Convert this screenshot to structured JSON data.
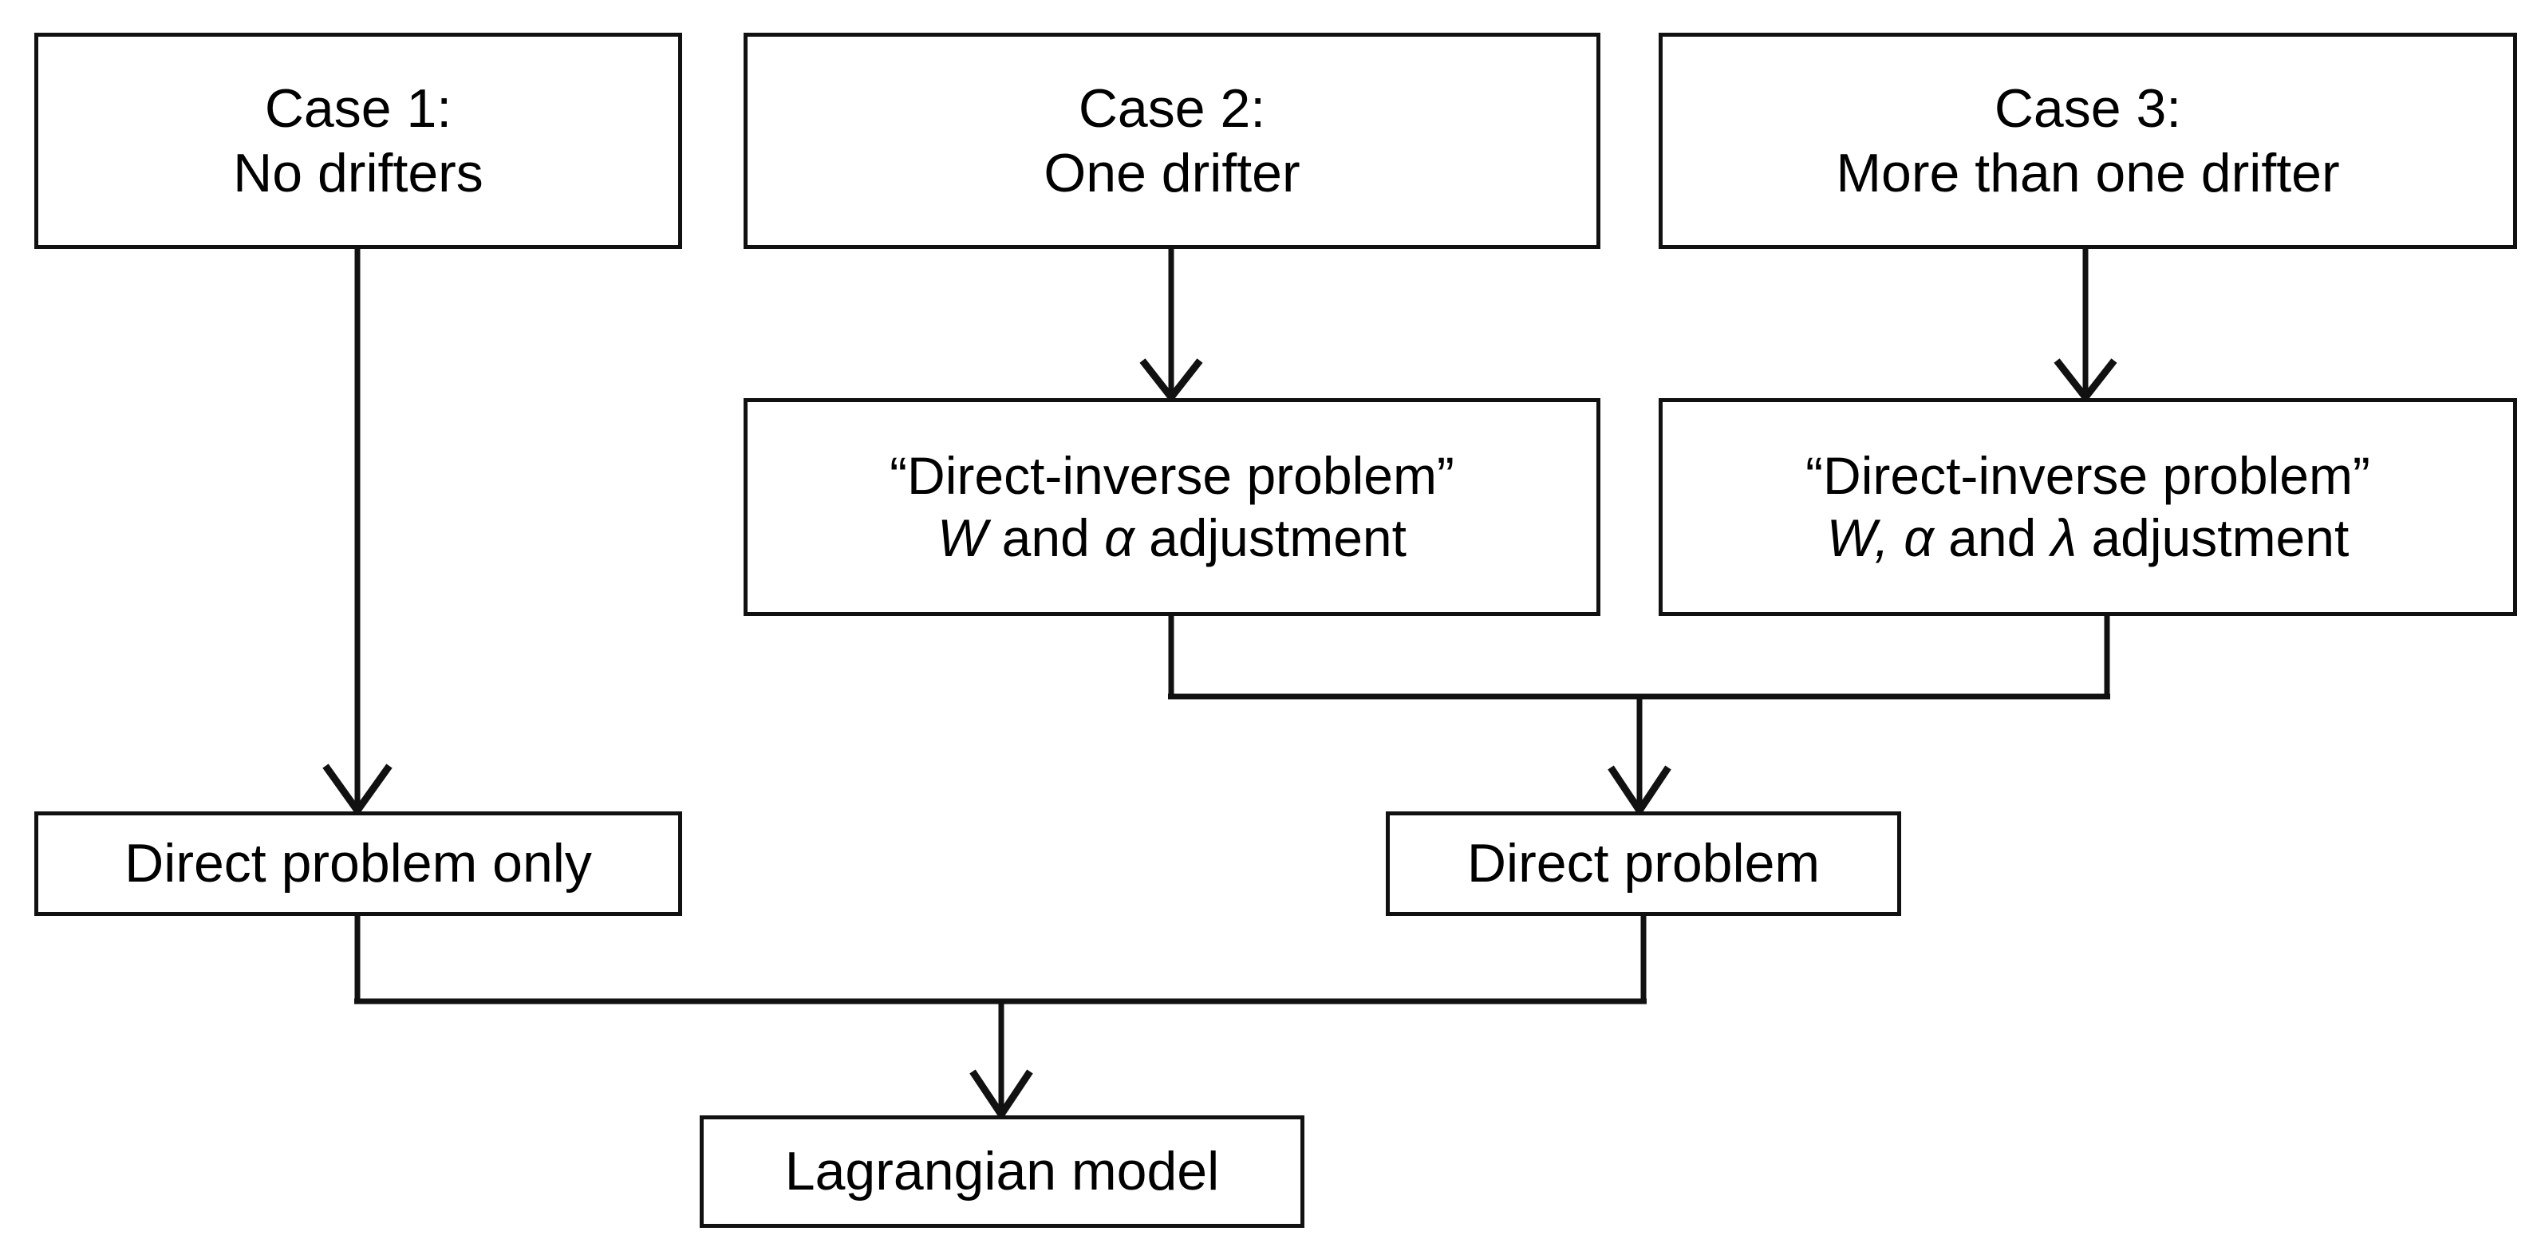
{
  "diagram": {
    "title": "Lagrangian model decision flowchart",
    "background_color": "#ffffff",
    "line_color": "#111111",
    "text_color": "#000000"
  },
  "nodes": {
    "case1": {
      "line1": "Case 1:",
      "line2": "No drifters"
    },
    "case2": {
      "line1": "Case 2:",
      "line2": "One drifter"
    },
    "case3": {
      "line1": "Case 3:",
      "line2": "More than one drifter"
    },
    "inverse2": {
      "line1": "“Direct-inverse problem”",
      "sym_w": "W",
      "mid_text": " and ",
      "sym_alpha": "α",
      "tail_text": " adjustment"
    },
    "inverse3": {
      "line1": "“Direct-inverse problem”",
      "sym_w": "W,",
      "sym_alpha": "α",
      "mid_text": " and ",
      "sym_lambda": "λ",
      "tail_text": " adjustment"
    },
    "direct_only": {
      "label": "Direct problem only"
    },
    "direct": {
      "label": "Direct problem"
    },
    "lagrangian": {
      "label": "Lagrangian model"
    }
  },
  "connectors": [
    {
      "name": "case1-to-direct-problem-only",
      "kind": "arrow-down"
    },
    {
      "name": "case2-to-inverse2",
      "kind": "arrow-down"
    },
    {
      "name": "case3-to-inverse3",
      "kind": "arrow-down"
    },
    {
      "name": "inverse-boxes-merge-to-direct-problem",
      "kind": "merge-arrow-down"
    },
    {
      "name": "direct-boxes-merge-to-lagrangian-model",
      "kind": "merge-arrow-down"
    }
  ]
}
